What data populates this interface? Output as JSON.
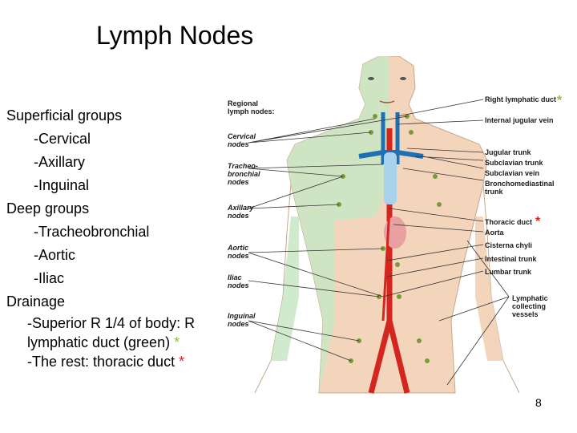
{
  "slide": {
    "title": "Lymph Nodes",
    "page_number": "8"
  },
  "outline": {
    "superficial": "Superficial groups",
    "cervical": "-Cervical",
    "axillary": "-Axillary",
    "inguinal": "-Inguinal",
    "deep": "Deep groups",
    "tracheobronchial": "-Tracheobronchial",
    "aortic": "-Aortic",
    "iliac": "-Iliac",
    "drainage": "Drainage",
    "drainage_superior": "-Superior R 1/4 of body: R lymphatic duct (green)",
    "drainage_rest": "-The rest: thoracic duct",
    "star": "*"
  },
  "figure": {
    "left_labels": {
      "header_1": "Regional",
      "header_2": "lymph nodes:",
      "cervical_1": "Cervical",
      "cervical_2": "nodes",
      "tracheo_1": "Tracheo-",
      "tracheo_2": "bronchial",
      "tracheo_3": "nodes",
      "axillary_1": "Axillary",
      "axillary_2": "nodes",
      "aortic_1": "Aortic",
      "aortic_2": "nodes",
      "iliac_1": "Iliac",
      "iliac_2": "nodes",
      "inguinal_1": "Inguinal",
      "inguinal_2": "nodes"
    },
    "right_labels": {
      "right_lymphatic_duct": "Right lymphatic duct",
      "internal_jugular_vein": "Internal jugular vein",
      "jugular_trunk": "Jugular trunk",
      "subclavian_trunk": "Subclavian trunk",
      "subclavian_vein": "Subclavian vein",
      "bronchomediastinal_1": "Bronchomediastinal",
      "bronchomediastinal_2": "trunk",
      "thoracic_duct": "Thoracic duct",
      "aorta": "Aorta",
      "cisterna_chyli": "Cisterna chyli",
      "intestinal_trunk": "Intestinal trunk",
      "lumbar_trunk": "Lumbar trunk",
      "lymphatic_1": "Lymphatic",
      "lymphatic_2": "collecting",
      "lymphatic_3": "vessels"
    },
    "colors": {
      "green_region": "#c8e6c4",
      "skin": "#f3d5bc",
      "artery": "#d4251f",
      "vein": "#1f6fb5",
      "node": "#7a9a3a",
      "star_green": "#8fbf3a",
      "star_red": "#d4251f"
    }
  }
}
